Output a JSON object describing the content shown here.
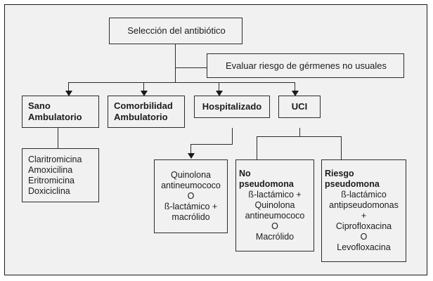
{
  "diagram": {
    "title": "Selección del antibiótico",
    "frame_color": "#f1f1f1",
    "border_color": "#2b2b2b",
    "nodes": {
      "root": {
        "label": "Selección del antibiótico"
      },
      "evaluar": {
        "label": "Evaluar riesgo de gérmenes no usuales"
      },
      "sano": {
        "line1": "Sano",
        "line2": "Ambulatorio"
      },
      "comorbilidad": {
        "line1": "Comorbilidad",
        "line2": "Ambulatorio"
      },
      "hospitalizado": {
        "label": "Hospitalizado"
      },
      "uci": {
        "label": "UCI"
      },
      "drugs_sano": {
        "items": [
          "Claritromicina",
          "Amoxicilina",
          "Eritromicina",
          "Doxiciclina"
        ]
      },
      "quinolona": {
        "lines": [
          "Quinolona",
          "antineumococo",
          "O",
          "ß-lactámico +",
          "macrólido"
        ]
      },
      "no_pseudomona": {
        "heading1": "No",
        "heading2": "pseudomona",
        "lines": [
          "ß-lactámico +",
          "Quinolona",
          "antineumococo",
          "O",
          "Macrólido"
        ]
      },
      "riesgo_pseudomona": {
        "heading1": "Riesgo",
        "heading2": "pseudomona",
        "lines": [
          "ß-lactámico",
          "antipseudomonas",
          "+",
          "Ciprofloxacina",
          "O",
          "Levofloxacina"
        ]
      }
    }
  }
}
